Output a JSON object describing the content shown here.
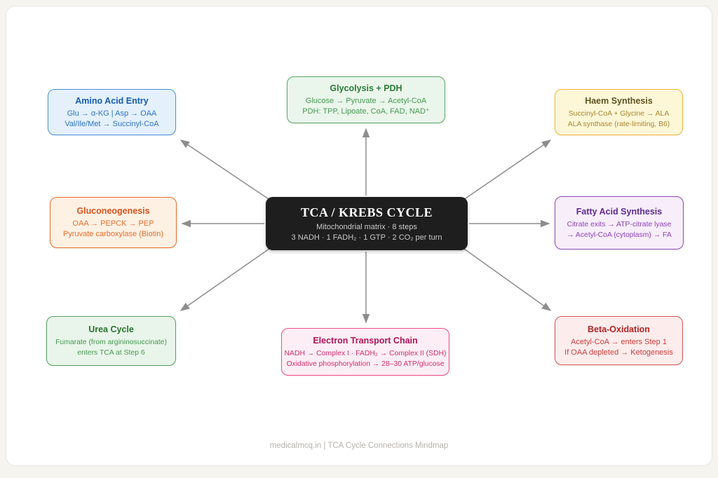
{
  "center": {
    "title": "TCA / KREBS CYCLE",
    "line1": "Mitochondrial matrix · 8 steps",
    "line2": "3 NADH · 1 FADH₂ · 1 GTP · 2 CO₂ per turn",
    "colors": {
      "bg": "#1e1e1e",
      "title": "#ffffff",
      "body": "#c9c9c9"
    }
  },
  "nodes": [
    {
      "id": "glycolysis-pdh",
      "title": "Glycolysis + PDH",
      "line1": "Glucose → Pyruvate → Acetyl-CoA",
      "line2": "PDH: TPP, Lipoate, CoA, FAD, NAD⁺",
      "colors": {
        "border": "#5aa763",
        "bg": "#eaf6eb",
        "title": "#2a7d37",
        "body": "#449a4f"
      }
    },
    {
      "id": "amino-acid-entry",
      "title": "Amino Acid Entry",
      "line1": "Glu → α-KG | Asp → OAA",
      "line2": "Val/Ile/Met → Succinyl-CoA",
      "colors": {
        "border": "#4a90d9",
        "bg": "#e4f1fc",
        "title": "#155cb0",
        "body": "#2e73c8"
      }
    },
    {
      "id": "haem-synthesis",
      "title": "Haem Synthesis",
      "line1": "Succinyl-CoA + Glycine → ALA",
      "line2": "ALA synthase (rate-limiting, B6)",
      "colors": {
        "border": "#f2b33c",
        "bg": "#fdf7d8",
        "title": "#5d5322",
        "body": "#a8862e"
      }
    },
    {
      "id": "gluconeogenesis",
      "title": "Gluconeogenesis",
      "line1": "OAA → PEPCK → PEP",
      "line2": "Pyruvate carboxylase (Biotin)",
      "colors": {
        "border": "#ea6c2a",
        "bg": "#fdf1e4",
        "title": "#d5541d",
        "body": "#e96e2d"
      }
    },
    {
      "id": "fatty-acid-synthesis",
      "title": "Fatty Acid Synthesis",
      "line1": "Citrate exits → ATP-citrate lyase",
      "line2": "→ Acetyl-CoA (cytoplasm) → FA",
      "colors": {
        "border": "#8e4bb0",
        "bg": "#f7eefa",
        "title": "#5e2a8e",
        "body": "#8d3fbb"
      }
    },
    {
      "id": "urea-cycle",
      "title": "Urea Cycle",
      "line1": "Fumarate (from argininosuccinate)",
      "line2": "enters TCA at Step 6",
      "colors": {
        "border": "#57a05f",
        "bg": "#e9f5ea",
        "title": "#29732f",
        "body": "#459a50"
      }
    },
    {
      "id": "electron-transport-chain",
      "title": "Electron Transport Chain",
      "line1": "NADH → Complex I · FADH₂ → Complex II (SDH)",
      "line2": "Oxidative phosphorylation → 28–30 ATP/glucose",
      "colors": {
        "border": "#ee4d83",
        "bg": "#fceef4",
        "title": "#ae145a",
        "body": "#d52e6e"
      }
    },
    {
      "id": "beta-oxidation",
      "title": "Beta-Oxidation",
      "line1": "Acetyl-CoA → enters Step 1",
      "line2": "If OAA depleted → Ketogenesis",
      "colors": {
        "border": "#d85050",
        "bg": "#fdecec",
        "title": "#b22525",
        "body": "#cd3c3c"
      }
    }
  ],
  "footer": {
    "text": "medicalmcq.in | TCA Cycle Connections Mindmap"
  },
  "theme": {
    "arrow_color": "#8d8d8d",
    "card_bg": "#ffffff",
    "page_bg": "#f6f4ef"
  }
}
